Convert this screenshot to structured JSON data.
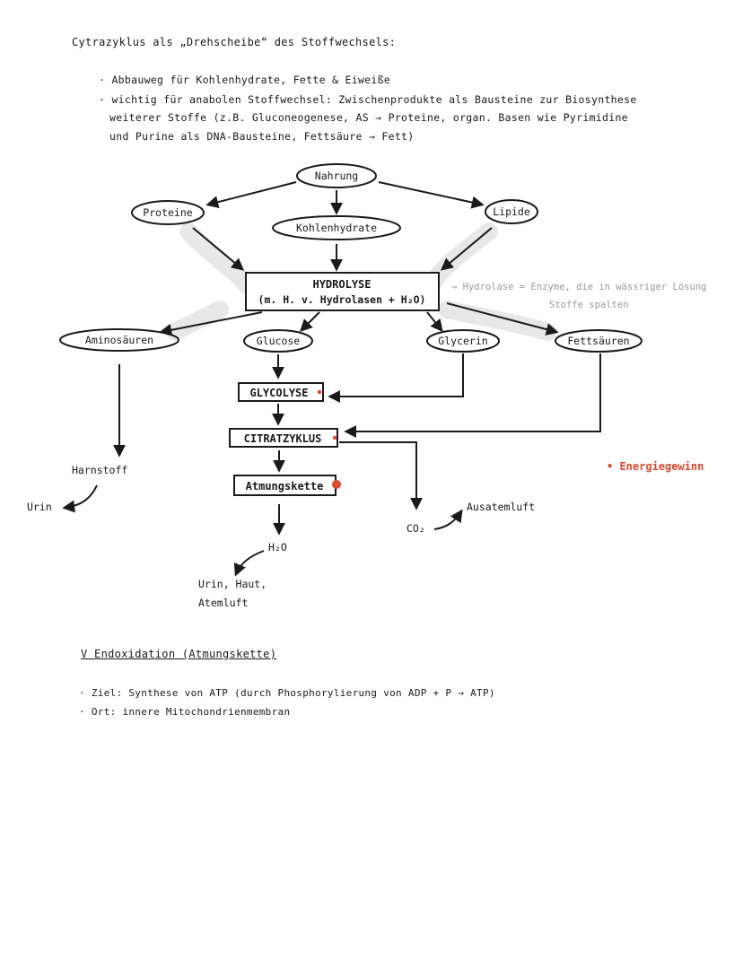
{
  "header": {
    "title": "Cytrazyklus als „Drehscheibe“ des Stoffwechsels:"
  },
  "bullets": [
    "· Abbauweg für Kohlenhydrate, Fette & Eiweiße",
    "· wichtig für anabolen Stoffwechsel: Zwischenprodukte als Bausteine zur Biosynthese",
    "weiterer Stoffe  (z.B. Gluconeogenese,  AS → Proteine,  organ.  Basen  wie  Pyrimidine",
    "und  Purine  als  DNA-Bausteine,  Fettsäure  → Fett)"
  ],
  "diagram": {
    "nahrung": "Nahrung",
    "proteine": "Proteine",
    "kohlenhydrate": "Kohlenhydrate",
    "lipide": "Lipide",
    "hydrolyse_line1": "HYDROLYSE",
    "hydrolyse_line2": "(m. H. v.  Hydrolasen + H₂O)",
    "hydrolase_note_line1": "⇒ Hydrolase = Enzyme, die in wässriger Lösung",
    "hydrolase_note_line2": "Stoffe spalten",
    "aminosaeuren": "Aminosäuren",
    "glucose": "Glucose",
    "glycerin": "Glycerin",
    "fettsaeuren": "Fettsäuren",
    "glycolyse": "GLYCOLYSE",
    "citratzyklus": "CITRATZYKLUS",
    "atmungskette": "Atmungskette",
    "harnstoff": "Harnstoff",
    "urin": "Urin",
    "h2o": "H₂O",
    "urin_haut_line1": "Urin, Haut,",
    "urin_haut_line2": "Atemluft",
    "co2": "CO₂",
    "ausatemluft": "Ausatemluft",
    "energiegewinn": "• Energiegewinn"
  },
  "colors": {
    "ink": "#1a1a1a",
    "highlight": "#e8e8e8",
    "note": "#9a9a9a",
    "energy": "#e0472b"
  },
  "section": {
    "title": "V  Endoxidation  (Atmungskette)",
    "items": [
      "· Ziel:  Synthese  von  ATP   (durch  Phosphorylierung  von  ADP + P → ATP)",
      "· Ort:  innere  Mitochondrienmembran"
    ]
  }
}
